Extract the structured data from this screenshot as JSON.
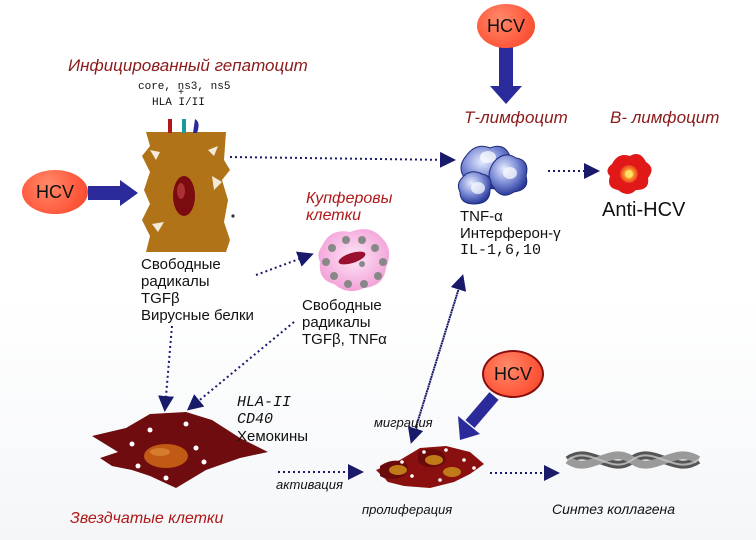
{
  "hcv_label": "HCV",
  "infected_hepatocyte_title": "Инфицированный гепатоцит",
  "hepatocyte_markers_line1": "core, ns3, ns5",
  "hepatocyte_markers_plus": "+",
  "hepatocyte_markers_line2": "HLA I/II",
  "t_lymphocyte": "Т-лимфоцит",
  "b_lymphocyte": "В- лимфоцит",
  "anti_hcv": "Anti-HCV",
  "t_cytokines": [
    "TNF-α",
    "Интерферон-γ",
    "IL-1,6,10"
  ],
  "kupffer_title": [
    "Купферовы",
    "клетки"
  ],
  "hepatocyte_products": [
    "Свободные",
    "радикалы",
    "TGFβ",
    "Вирусные белки"
  ],
  "kupffer_products": [
    "Свободные",
    "радикалы",
    "TGFβ, TNFα"
  ],
  "stellate_markers": [
    "HLA-II",
    "CD40",
    "Хемокины"
  ],
  "stellate_title": "Звездчатые клетки",
  "activation": "активация",
  "migration": "миграция",
  "proliferation": "пролиферация",
  "collagen_synthesis": "Синтез коллагена",
  "colors": {
    "title_dark_red": "#8b1a1a",
    "label_red": "#b01818",
    "hcv_fill": "#ff5a3d",
    "arrow_blue": "#2a2a9a",
    "hepatocyte": "#b07318",
    "stellate": "#6e0c10",
    "kupffer": "#f4b6e0"
  }
}
